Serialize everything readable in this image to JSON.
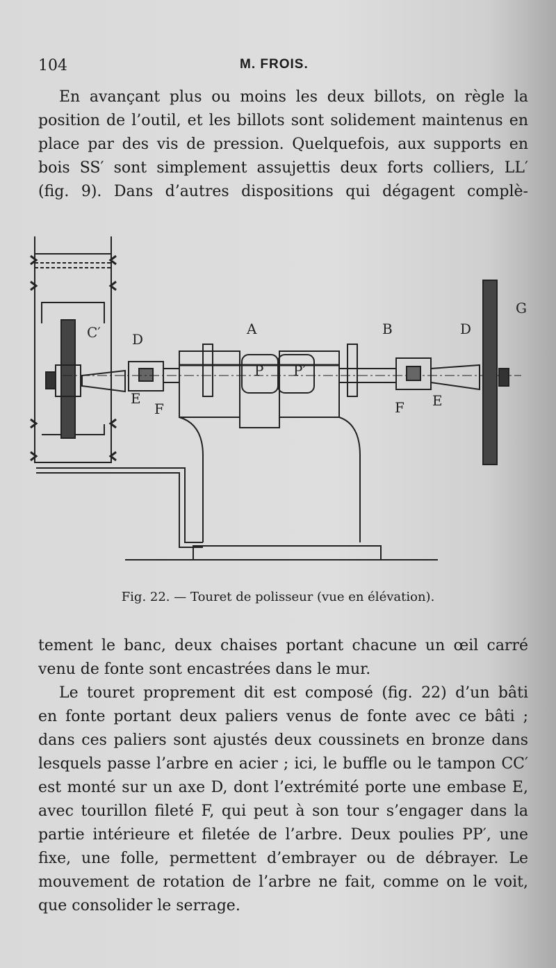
{
  "header": {
    "page_number": "104",
    "running_title": "M. FROIS."
  },
  "paragraph_top": [
    "En avançant plus ou moins les deux billots, on règle la",
    "position de l’outil, et les billots sont solidement maintenus en",
    "place par des vis de pression. Quelquefois, aux supports en",
    "bois SS′ sont simplement assujettis deux forts colliers, LL′",
    "(fig. 9). Dans d’autres dispositions qui dégagent complè-"
  ],
  "figure": {
    "labels": {
      "c_prime": "C′",
      "d_left": "D",
      "a": "A",
      "b": "B",
      "d_right": "D",
      "g": "G",
      "p": "P",
      "p_prime": "P′",
      "e_left": "E",
      "f_left": "F",
      "f_right": "F",
      "e_right": "E"
    },
    "caption": "Fig. 22. — Touret de polisseur (vue en élévation)."
  },
  "paragraph_bottom": [
    "tement le banc, deux chaises portant chacune un œil carré",
    "venu de fonte sont encastrées dans le mur.",
    "Le touret proprement dit est composé (fig. 22) d’un bâti",
    "en fonte portant deux paliers venus de fonte avec ce bâti ;",
    "dans ces paliers sont ajustés deux coussinets en bronze dans",
    "lesquels passe l’arbre en acier ; ici, le buffle ou le tampon CC′",
    "est monté sur un axe D, dont l’extrémité porte une embase E,",
    "avec tourillon fileté F, qui peut à son tour s’engager dans la",
    "partie intérieure et filetée de l’arbre. Deux poulies PP′, une",
    "fixe, une folle, permettent d’embrayer ou de débrayer. Le",
    "mouvement de rotation de l’arbre ne fait, comme on le voit,",
    "que consolider le serrage."
  ]
}
